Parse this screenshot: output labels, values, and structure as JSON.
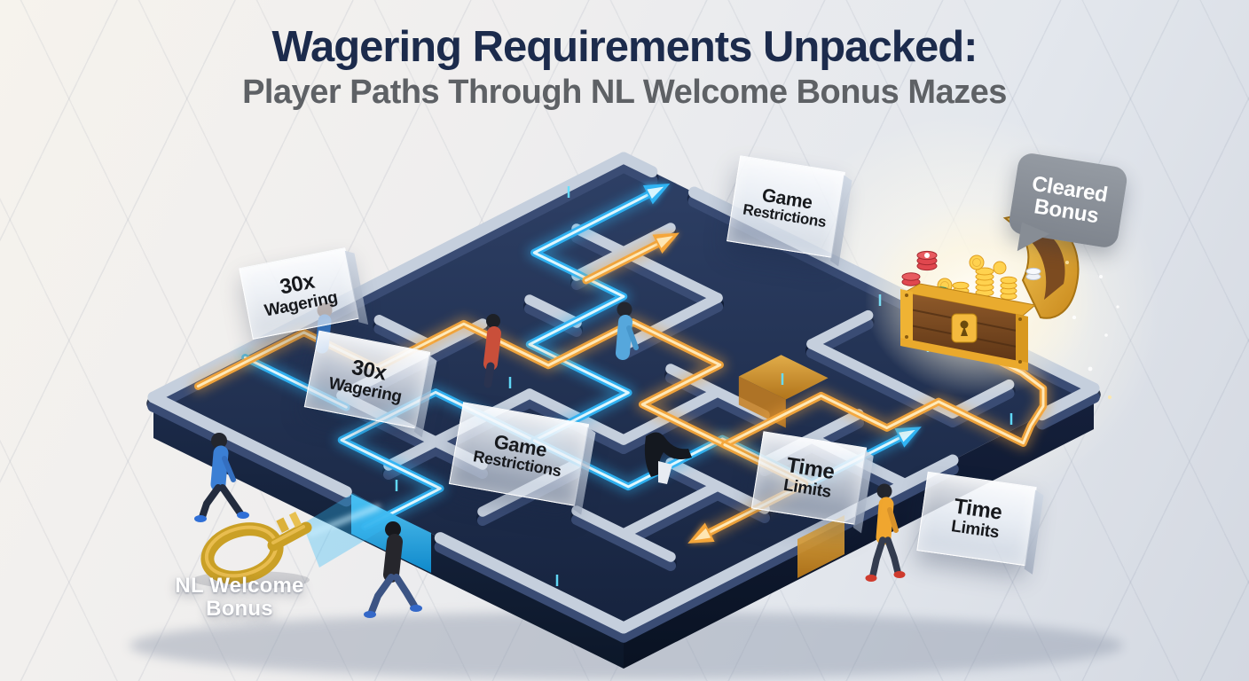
{
  "header": {
    "title": "Wagering Requirements Unpacked:",
    "subtitle": "Player Paths Through NL Welcome Bonus Mazes"
  },
  "signs": [
    {
      "id": "wagering-top",
      "line1": "30x",
      "line2": "Wagering"
    },
    {
      "id": "wagering-mid",
      "line1": "30x",
      "line2": "Wagering"
    },
    {
      "id": "game-top",
      "line1": "Game",
      "line2": "Restrictions"
    },
    {
      "id": "game-mid",
      "line1": "Game",
      "line2": "Restrictions"
    },
    {
      "id": "time-left",
      "line1": "Time",
      "line2": "Limits"
    },
    {
      "id": "time-right",
      "line1": "Time",
      "line2": "Limits"
    }
  ],
  "bubble": {
    "line1": "Cleared",
    "line2": "Bonus"
  },
  "key_label": {
    "line1": "NL Welcome",
    "line2": "Bonus"
  },
  "icons": [
    "golden-key-icon",
    "treasure-chest-icon",
    "speech-bubble-icon",
    "arrow-path-blue",
    "arrow-path-gold",
    "player-figures"
  ],
  "palette": {
    "title_navy": "#1c2b4c",
    "subtitle_gray": "#5e6165",
    "sign_text": "#17191d",
    "maze_floor_top": "#2e4066",
    "maze_floor_bottom": "#16233e",
    "wall_top": "#c5cfdd",
    "wall_side": "#3a4c74",
    "wall_shadow": "#0e1a33",
    "path_blue": "#2fb4f4",
    "path_blue_core": "#e9fbff",
    "path_gold": "#f5a63a",
    "path_gold_core": "#ffedc0",
    "door_gold": "#e7a43b",
    "accent_cyan": "#64e0ff",
    "bubble_gray": "#868c94",
    "key_gold": "#caa026"
  }
}
